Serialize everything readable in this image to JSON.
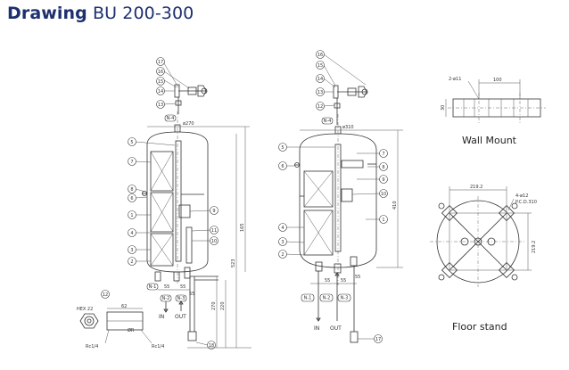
{
  "title": {
    "bold": "Drawing",
    "rest": " BU 200-300"
  },
  "captions": {
    "wall_mount": "Wall Mount",
    "floor_stand": "Floor stand"
  },
  "left_drawing": {
    "top_callouts": [
      "17",
      "16",
      "15",
      "14",
      "13"
    ],
    "side_callouts": [
      "5",
      "7",
      "8",
      "6",
      "1",
      "4",
      "3",
      "2"
    ],
    "right_callouts": [
      "9",
      "11",
      "10"
    ],
    "nozzle_callouts": [
      "N-4",
      "N-1",
      "N-2",
      "N-3"
    ],
    "diameter": "ø270",
    "dims": [
      "55",
      "55",
      "55",
      "165",
      "523",
      "270",
      "220"
    ],
    "in_label": "IN",
    "out_label": "OUT",
    "callout_12": "12",
    "callout_18": "18",
    "hex_label": "HEX 22",
    "dim_62": "62",
    "thread_left": "Rc1/4",
    "thread_right": "Rc1/4",
    "thread_mid": "ØR"
  },
  "middle_drawing": {
    "top_callouts": [
      "16",
      "15",
      "14",
      "13",
      "12"
    ],
    "side_callouts": [
      "5",
      "6",
      "4",
      "3",
      "2"
    ],
    "right_callouts": [
      "7",
      "8",
      "9",
      "10",
      "1"
    ],
    "nozzle_callouts": [
      "N-4",
      "N-1",
      "N-2",
      "N-3"
    ],
    "diameter": "ø310",
    "dims": [
      "55",
      "55",
      "55",
      "410"
    ],
    "in_label": "IN",
    "out_label": "OUT",
    "callout_17": "17"
  },
  "wall_mount": {
    "hole_label": "2-ø11",
    "dim_width": "100",
    "dim_height": "30"
  },
  "floor_stand": {
    "dim_width": "219.2",
    "dim_height": "219.2",
    "hole_label": "4-ø12",
    "pcd_label": "P.C.D.310"
  }
}
